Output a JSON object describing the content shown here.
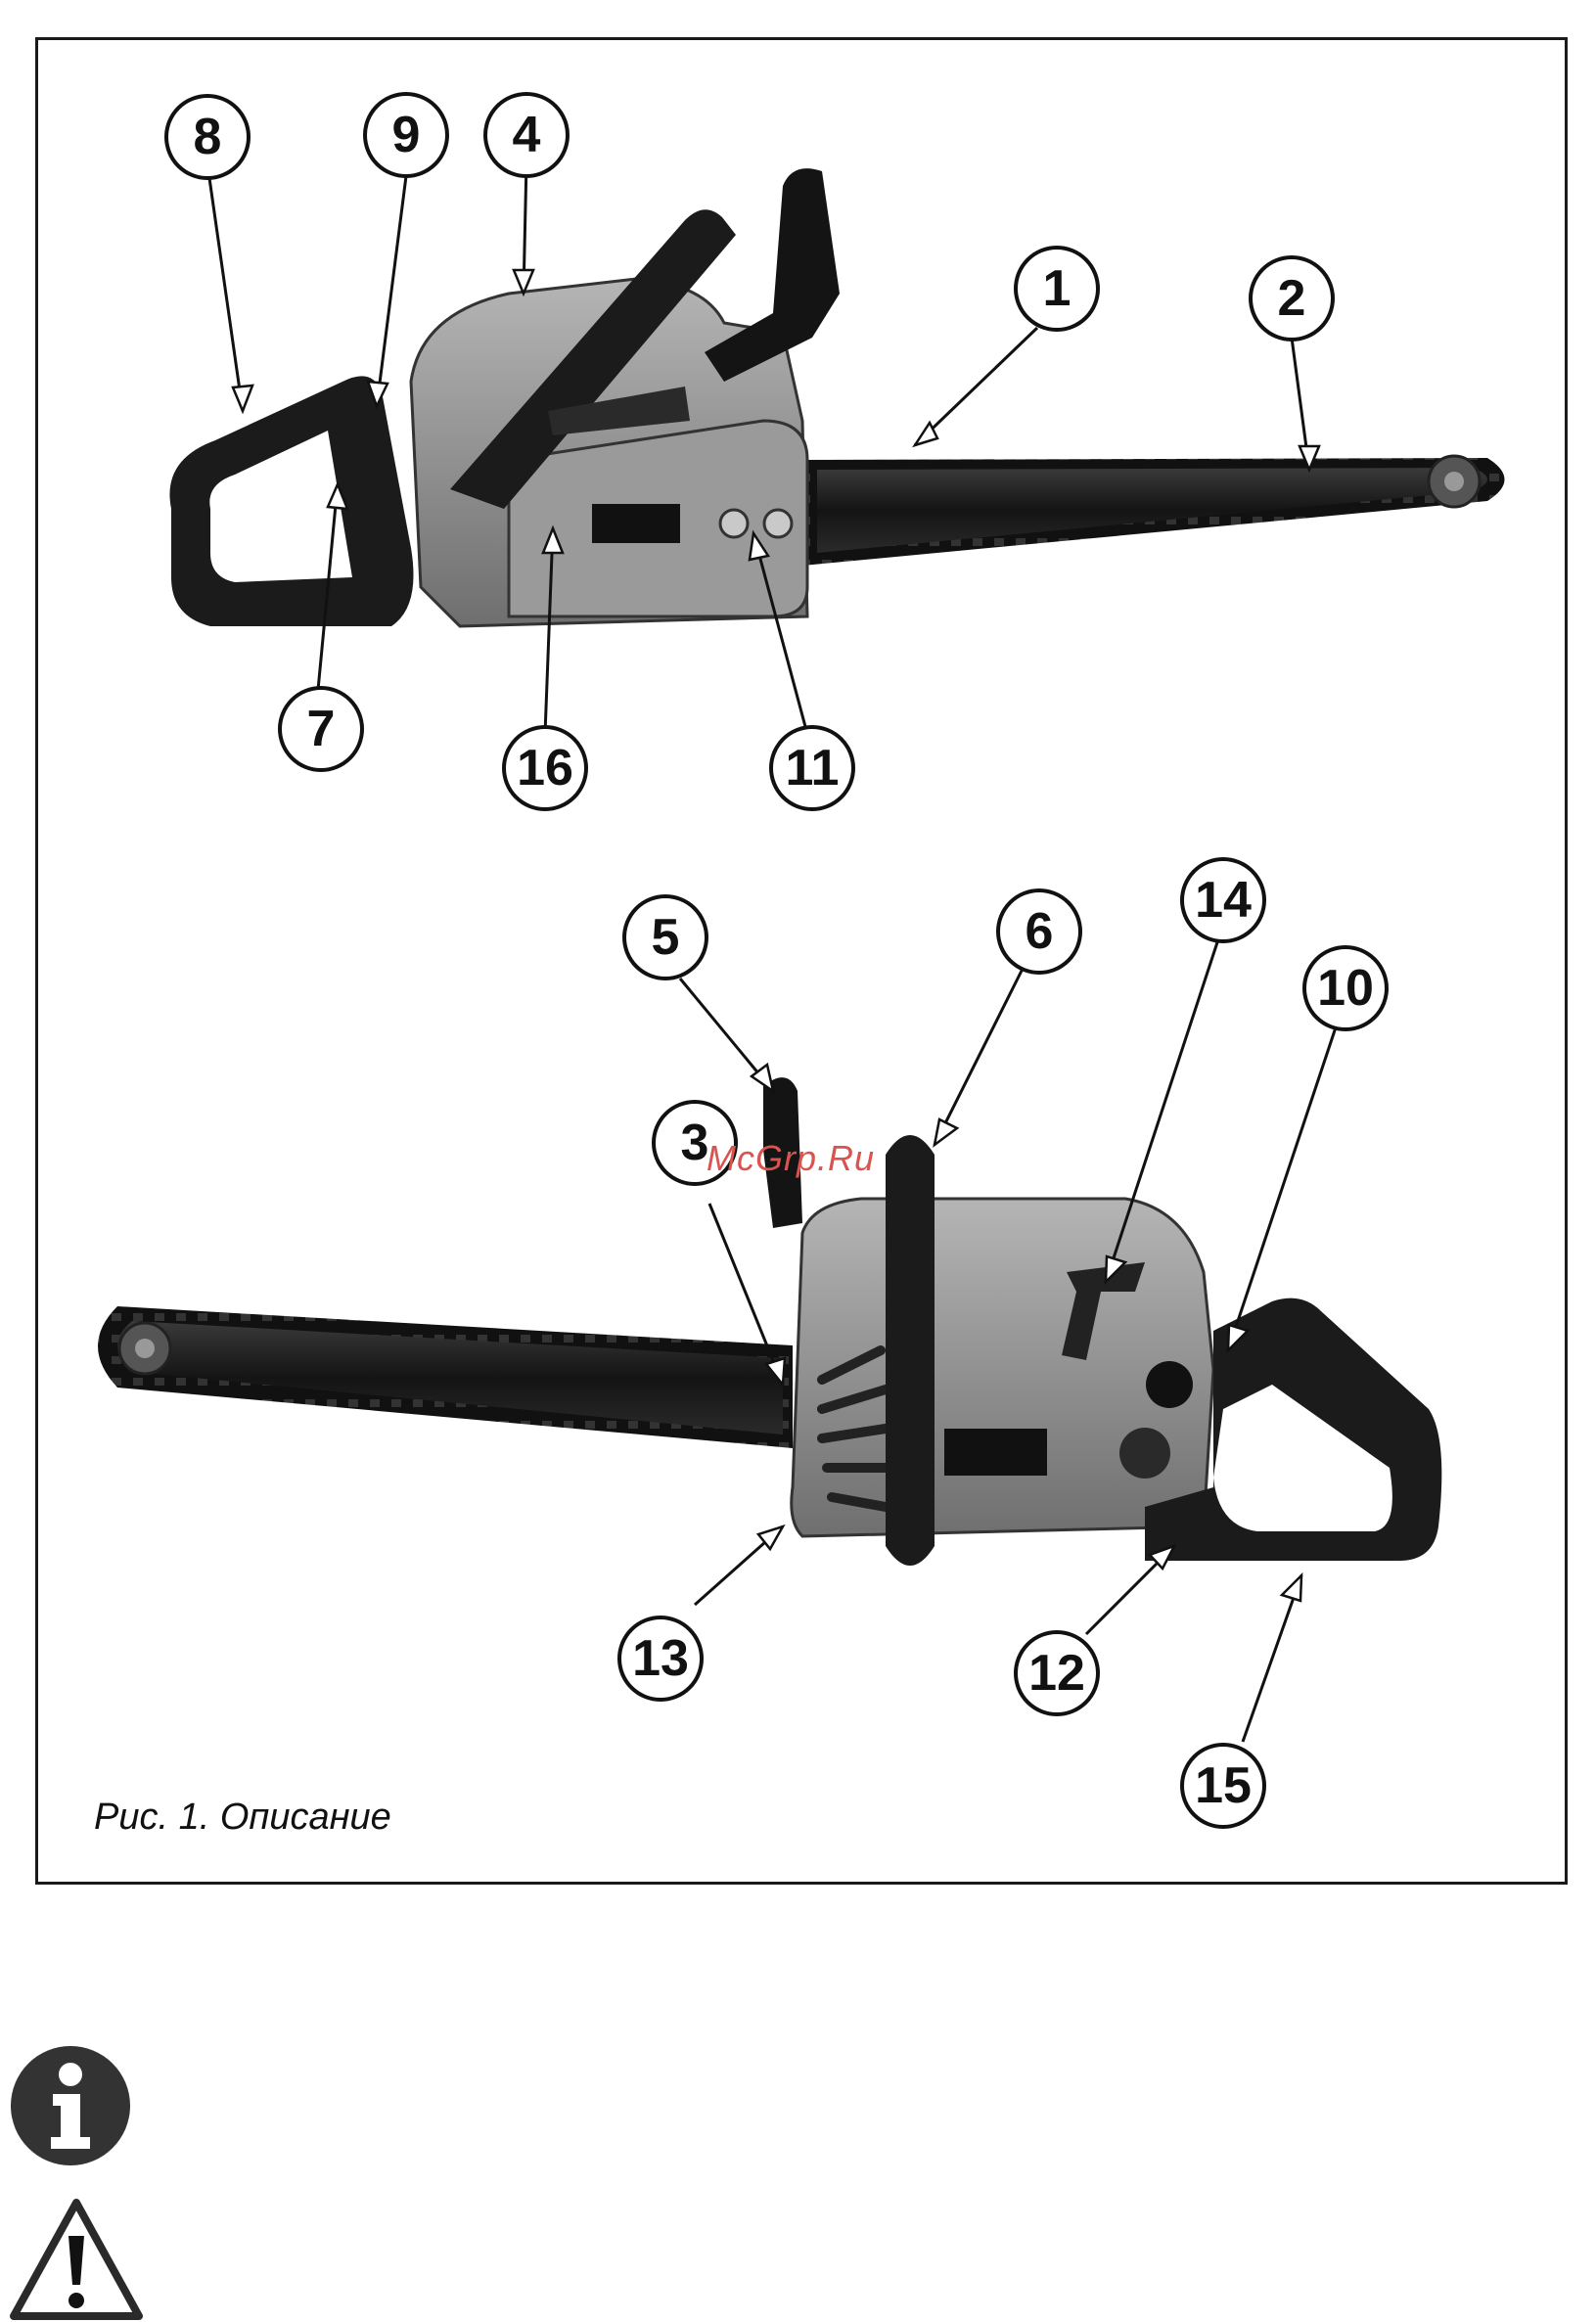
{
  "figure": {
    "caption": "Рис. 1. Описание",
    "watermark": "McGrp.Ru",
    "callouts": [
      "1",
      "2",
      "3",
      "4",
      "5",
      "6",
      "7",
      "8",
      "9",
      "10",
      "11",
      "12",
      "13",
      "14",
      "15",
      "16"
    ]
  },
  "icons": {
    "info": "info-icon",
    "warning": "warning-icon"
  },
  "colors": {
    "watermark": "#d9534f",
    "frame": "#1a1a1a",
    "body_gray": "#8c8c8c",
    "bar_dark": "#1e1e1e"
  }
}
